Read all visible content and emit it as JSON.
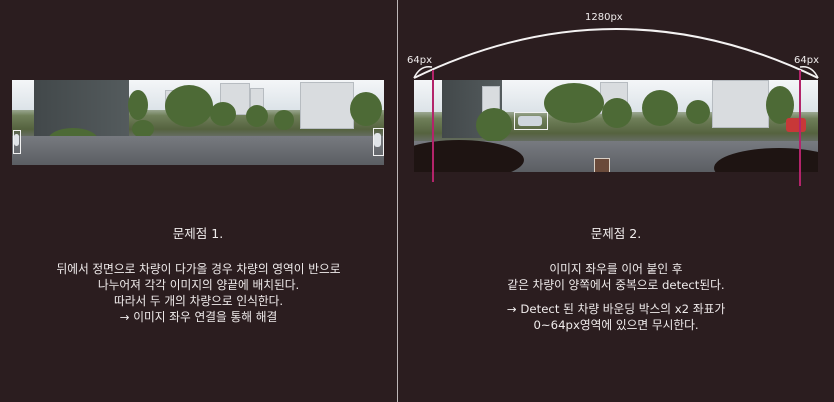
{
  "left_panel": {
    "title": "문제점 1.",
    "lines": [
      "뒤에서 정면으로 차량이 다가올 경우 차량의 영역이 반으로",
      "나누어져 각각 이미지의 양끝에 배치된다.",
      "따라서 두 개의 차량으로 인식한다.",
      "→ 이미지 좌우 연결을 통해 해결"
    ]
  },
  "right_panel": {
    "width_label": "1280px",
    "left_margin_label": "64px",
    "right_margin_label": "64px",
    "title": "문제점 2.",
    "lines": [
      "이미지 좌우를 이어 붙인 후",
      "같은 차량이 양쪽에서 중복으로 detect된다.",
      "→ Detect 된 차량 바운딩 박스의 x2 좌표가",
      "0~64px영역에 있으면 무시한다."
    ]
  },
  "colors": {
    "background": "#2b1d1f",
    "marker": "#b3246a",
    "text": "#f0ecec"
  }
}
